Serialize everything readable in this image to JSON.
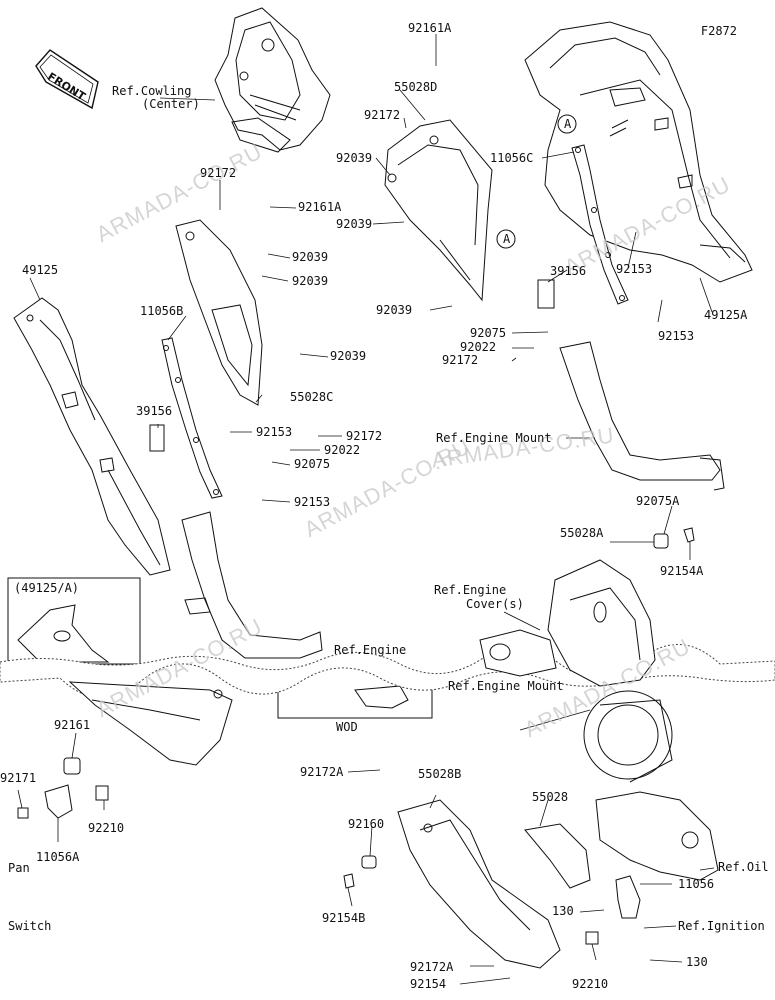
{
  "figure_code": "F2872",
  "front_label": "FRONT",
  "watermark": "ARMADA-CO.RU",
  "inset_title": "(49125/A)",
  "wod_label": "WOD",
  "labels": {
    "ref_cowling": "Ref.Cowling",
    "ref_cowling_center": "(Center)",
    "p_92161A_top": "92161A",
    "p_55028D": "55028D",
    "p_92172_mid": "92172",
    "p_92039_a": "92039",
    "p_11056C": "11056C",
    "circle_a_top": "A",
    "p_92172_left": "92172",
    "p_92161A_left": "92161A",
    "p_92039_b": "92039",
    "circle_a_mid": "A",
    "p_49125": "49125",
    "p_92039_c": "92039",
    "p_92039_d": "92039",
    "p_39156_right": "39156",
    "p_92153_r1": "92153",
    "p_49125A": "49125A",
    "p_11056B": "11056B",
    "p_92039_e": "92039",
    "p_92153_r2": "92153",
    "p_92075_r": "92075",
    "p_92022_r": "92022",
    "p_92172_r": "92172",
    "p_92039_f": "92039",
    "p_55028C": "55028C",
    "p_39156_left": "39156",
    "p_92153_l1": "92153",
    "p_92172_l": "92172",
    "p_92022_l": "92022",
    "p_92075_l": "92075",
    "p_92153_l2": "92153",
    "ref_engine_mount": "Ref.Engine Mount",
    "p_55028A": "55028A",
    "p_92075A": "92075A",
    "p_92154A": "92154A",
    "ref_engine_cover_1": "Ref.Engine",
    "ref_engine_cover_2": "Cover(s)",
    "ref_engine_guard": "Ref.Engine",
    "ref_engine_mount2": "Ref.Engine Mount",
    "p_92161": "92161",
    "p_92171": "92171",
    "p_92210_l": "92210",
    "p_11056A": "11056A",
    "pan": "Pan",
    "switch": "Switch",
    "p_92172A_top": "92172A",
    "p_55028B": "55028B",
    "p_55028": "55028",
    "p_92160": "92160",
    "ref_oil": "Ref.Oil",
    "p_11056": "11056",
    "p_92154B": "92154B",
    "p_130_a": "130",
    "ref_ignition": "Ref.Ignition",
    "p_92172A_bottom": "92172A",
    "p_92154": "92154",
    "p_92210_r": "92210",
    "p_130_b": "130"
  }
}
